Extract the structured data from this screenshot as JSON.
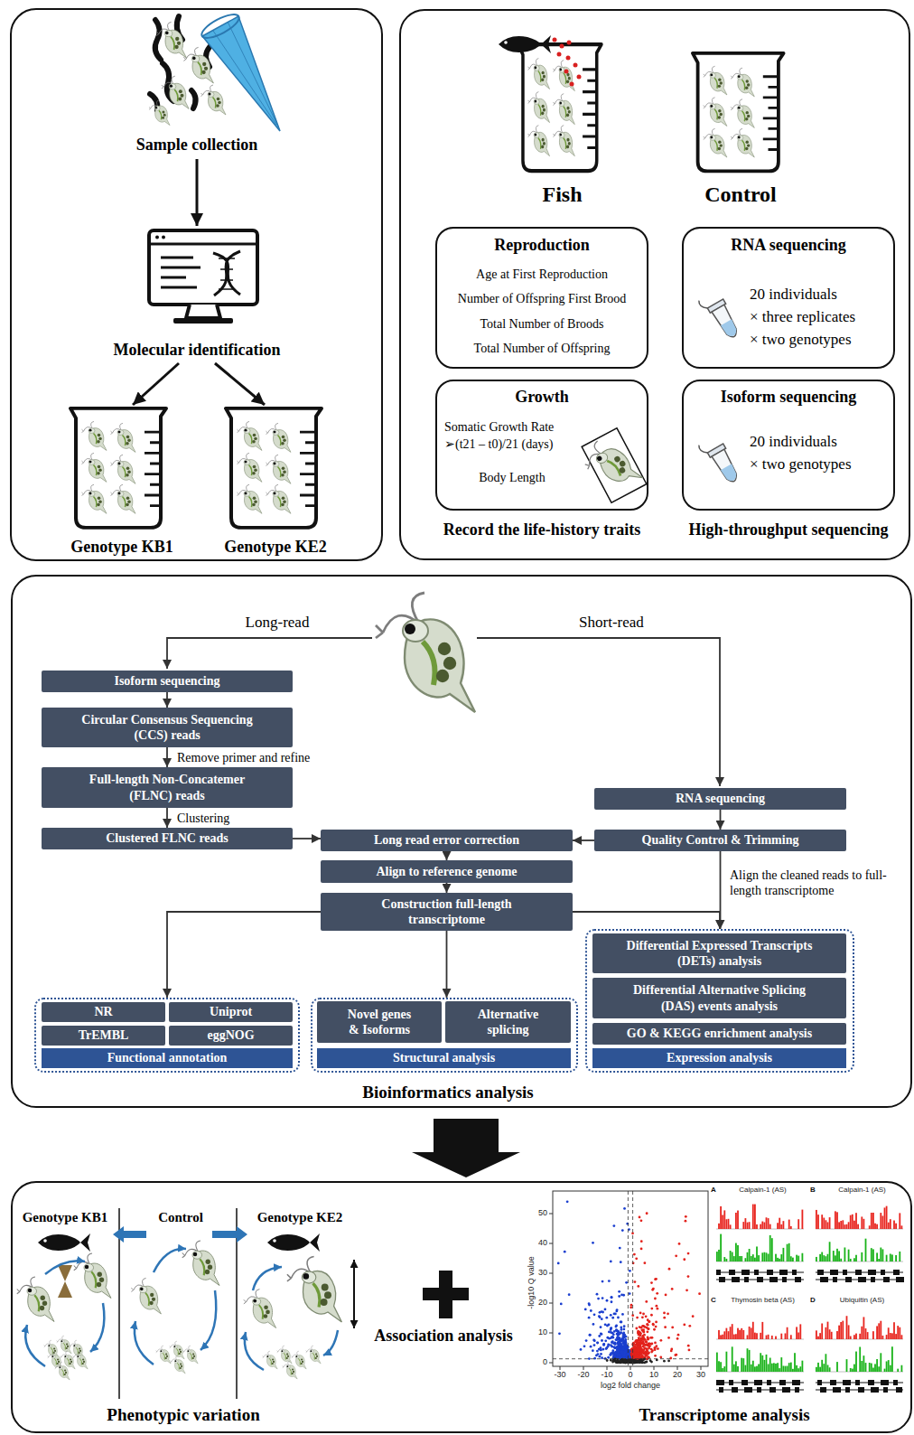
{
  "diagram": {
    "nodes": [
      {
        "text": [
          "Sample collection"
        ]
      },
      {
        "text": [
          "Molecular identification"
        ]
      },
      {
        "text": [
          "Genotype KB1"
        ]
      },
      {
        "text": [
          "Genotype KE2"
        ]
      },
      {
        "text": [
          "Record the life-history traits",
          "High-throughput sequencing"
        ]
      },
      {
        "text": [
          "Fish"
        ],
        "in": 4
      },
      {
        "text": [
          "Control"
        ],
        "in": 4
      },
      {
        "text": [
          "Reproduction",
          "Age at First Reproduction",
          "Number of Offspring First Brood",
          "Total Number of Broods",
          "Total Number of Offspring"
        ],
        "in": 4
      },
      {
        "text": [
          "RNA sequencing",
          "20 individuals",
          "× three replicates",
          "× two genotypes"
        ],
        "in": 4
      },
      {
        "text": [
          "Growth",
          "Somatic Growth Rate",
          "➢(t21 – t0)/21 (days)",
          "Body Length"
        ],
        "in": 4
      },
      {
        "text": [
          "Isoform sequencing",
          "20 individuals",
          "× two genotypes"
        ],
        "in": 4
      },
      {
        "text": [
          "Bioinformatics analysis"
        ]
      },
      {
        "text": [
          "Isoform sequencing"
        ],
        "in": 11
      },
      {
        "text": [
          "Circular Consensus Sequencing (CCS) reads"
        ],
        "in": 11
      },
      {
        "text": [
          "Full-length Non-Concatemer (FLNC) reads"
        ],
        "in": 11
      },
      {
        "text": [
          "Clustered FLNC reads"
        ],
        "in": 11
      },
      {
        "text": [
          "Long read error correction"
        ],
        "in": 11
      },
      {
        "text": [
          "Align to reference genome"
        ],
        "in": 11
      },
      {
        "text": [
          "Construction full-length transcriptome"
        ],
        "in": 11
      },
      {
        "text": [
          "RNA sequencing"
        ],
        "in": 11
      },
      {
        "text": [
          "Quality Control & Trimming"
        ],
        "in": 11
      },
      {
        "text": [
          "Functional annotation"
        ],
        "in": 11
      },
      {
        "text": [
          "NR"
        ],
        "in": 21
      },
      {
        "text": [
          "Uniprot"
        ],
        "in": 21
      },
      {
        "text": [
          "TrEMBL"
        ],
        "in": 21
      },
      {
        "text": [
          "eggNOG"
        ],
        "in": 21
      },
      {
        "text": [
          "Structural analysis"
        ],
        "in": 11
      },
      {
        "text": [
          "Novel genes & Isoforms"
        ],
        "in": 26
      },
      {
        "text": [
          "Alternative splicing"
        ],
        "in": 26
      },
      {
        "text": [
          "Expression analysis"
        ],
        "in": 11
      },
      {
        "text": [
          "Differential Expressed Transcripts (DETs) analysis"
        ],
        "in": 29
      },
      {
        "text": [
          "Differential Alternative Splicing (DAS) events analysis"
        ],
        "in": 29
      },
      {
        "text": [
          "GO & KEGG enrichment analysis"
        ],
        "in": 29
      },
      {
        "text": [
          "Phenotypic variation",
          "Association analysis",
          "Transcriptome analysis"
        ]
      }
    ],
    "edges": [
      {
        "from": 0,
        "to": 1,
        "arrow": "to"
      },
      {
        "from": 1,
        "to": 2,
        "arrow": "to"
      },
      {
        "from": 1,
        "to": 3,
        "arrow": "to"
      },
      {
        "from": 12,
        "to": 13,
        "arrow": "to"
      },
      {
        "from": 13,
        "to": 14,
        "label": "Remove primer and refine",
        "arrow": "to"
      },
      {
        "from": 14,
        "to": 15,
        "label": "Clustering",
        "arrow": "to"
      },
      {
        "from": 15,
        "to": 16,
        "arrow": "to"
      },
      {
        "from": 19,
        "to": 20,
        "arrow": "to"
      },
      {
        "from": 20,
        "to": 16,
        "arrow": "to"
      },
      {
        "from": 16,
        "to": 17,
        "arrow": "to"
      },
      {
        "from": 17,
        "to": 18,
        "arrow": "to"
      },
      {
        "from": 18,
        "to": 21,
        "arrow": "to"
      },
      {
        "from": 18,
        "to": 26,
        "arrow": "to"
      },
      {
        "from": 18,
        "to": 29,
        "arrow": "to"
      },
      {
        "from": 20,
        "to": 29,
        "label": "Align the cleaned reads to full-length transcriptome",
        "arrow": "to"
      },
      {
        "from": 11,
        "to": 33,
        "arrow": "to"
      }
    ],
    "labels": [
      "Long-read",
      "Short-read",
      "Genotype KB1",
      "Control",
      "Genotype KE2",
      "-log10 Q value",
      "50",
      "40",
      "30",
      "20",
      "10",
      "0",
      "-30",
      "-20",
      "-10",
      "0",
      "10",
      "20",
      "30",
      "log2 fold change",
      "A",
      "Calpain-1 (AS)",
      "B",
      "Calpain-1 (AS)",
      "C",
      "Thymosin beta (AS)",
      "D",
      "Ubiquitin (AS)"
    ]
  }
}
